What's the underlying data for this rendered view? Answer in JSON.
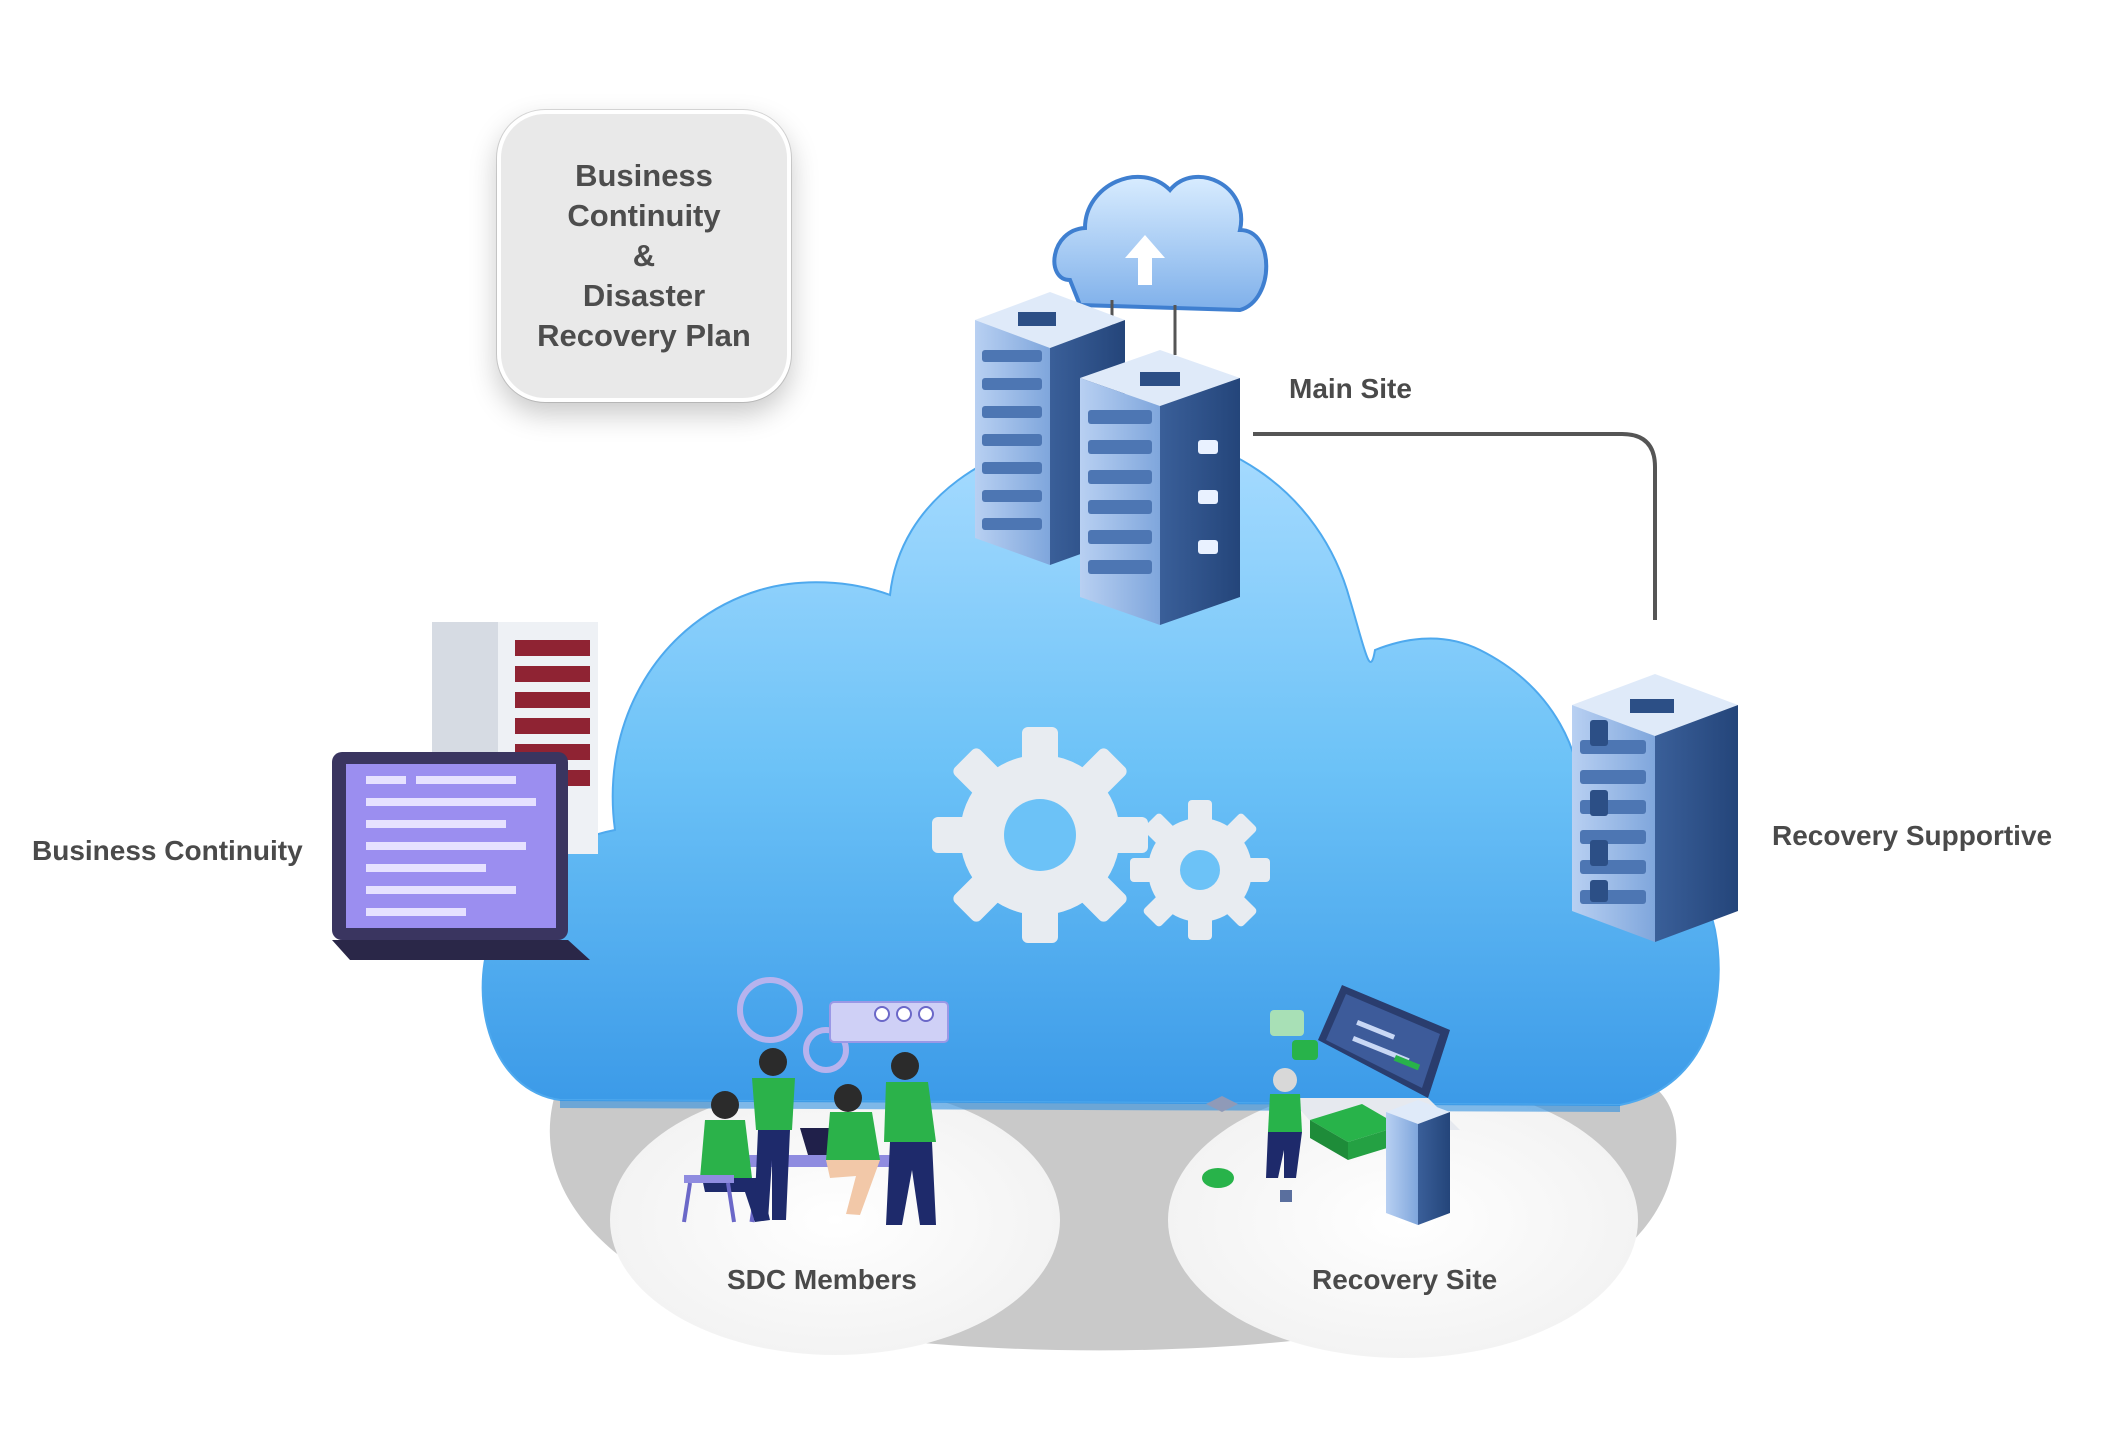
{
  "title_card": {
    "lines": [
      "Business",
      "Continuity",
      "&",
      "Disaster",
      "Recovery Plan"
    ]
  },
  "labels": {
    "main_site": "Main Site",
    "business_continuity": "Business Continuity",
    "recovery_supportive": "Recovery Supportive",
    "sdc_members": "SDC Members",
    "recovery_site": "Recovery Site"
  },
  "colors": {
    "cloud_light": "#a9dcff",
    "cloud_mid": "#5db8f5",
    "cloud_dark": "#2f8fe0",
    "server_face": "#8fb4e6",
    "server_dark": "#2c4f86",
    "accent_green": "#28b34a",
    "accent_purple": "#9b8ef0",
    "shadow_gray": "#c6c6c6",
    "text": "#4a4a4a",
    "connector": "#555555"
  },
  "icons": {
    "upload_cloud": "upload-cloud-icon",
    "gears": "gears-icon",
    "main_servers": "server-rack-icon",
    "support_server": "server-rack-icon",
    "laptop": "laptop-icon",
    "team": "team-meeting-icon",
    "remote_worker": "remote-worker-icon"
  }
}
